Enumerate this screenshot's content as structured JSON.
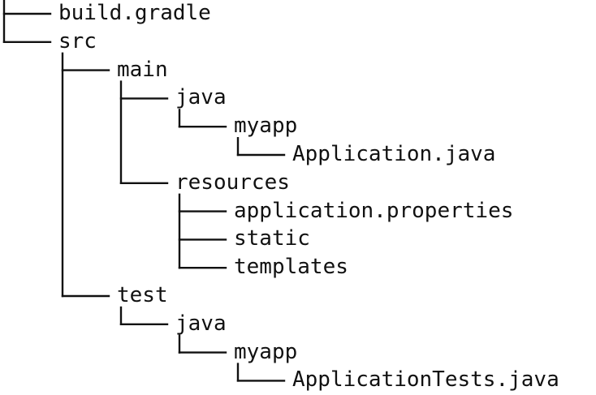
{
  "tree": {
    "nodes": [
      {
        "name": "build.gradle",
        "depth": 0
      },
      {
        "name": "src",
        "depth": 0
      },
      {
        "name": "main",
        "depth": 1
      },
      {
        "name": "java",
        "depth": 2
      },
      {
        "name": "myapp",
        "depth": 3
      },
      {
        "name": "Application.java",
        "depth": 4
      },
      {
        "name": "resources",
        "depth": 2
      },
      {
        "name": "application.properties",
        "depth": 3
      },
      {
        "name": "static",
        "depth": 3
      },
      {
        "name": "templates",
        "depth": 3
      },
      {
        "name": "test",
        "depth": 1
      },
      {
        "name": "java",
        "depth": 2
      },
      {
        "name": "myapp",
        "depth": 3
      },
      {
        "name": "ApplicationTests.java",
        "depth": 4
      }
    ]
  }
}
